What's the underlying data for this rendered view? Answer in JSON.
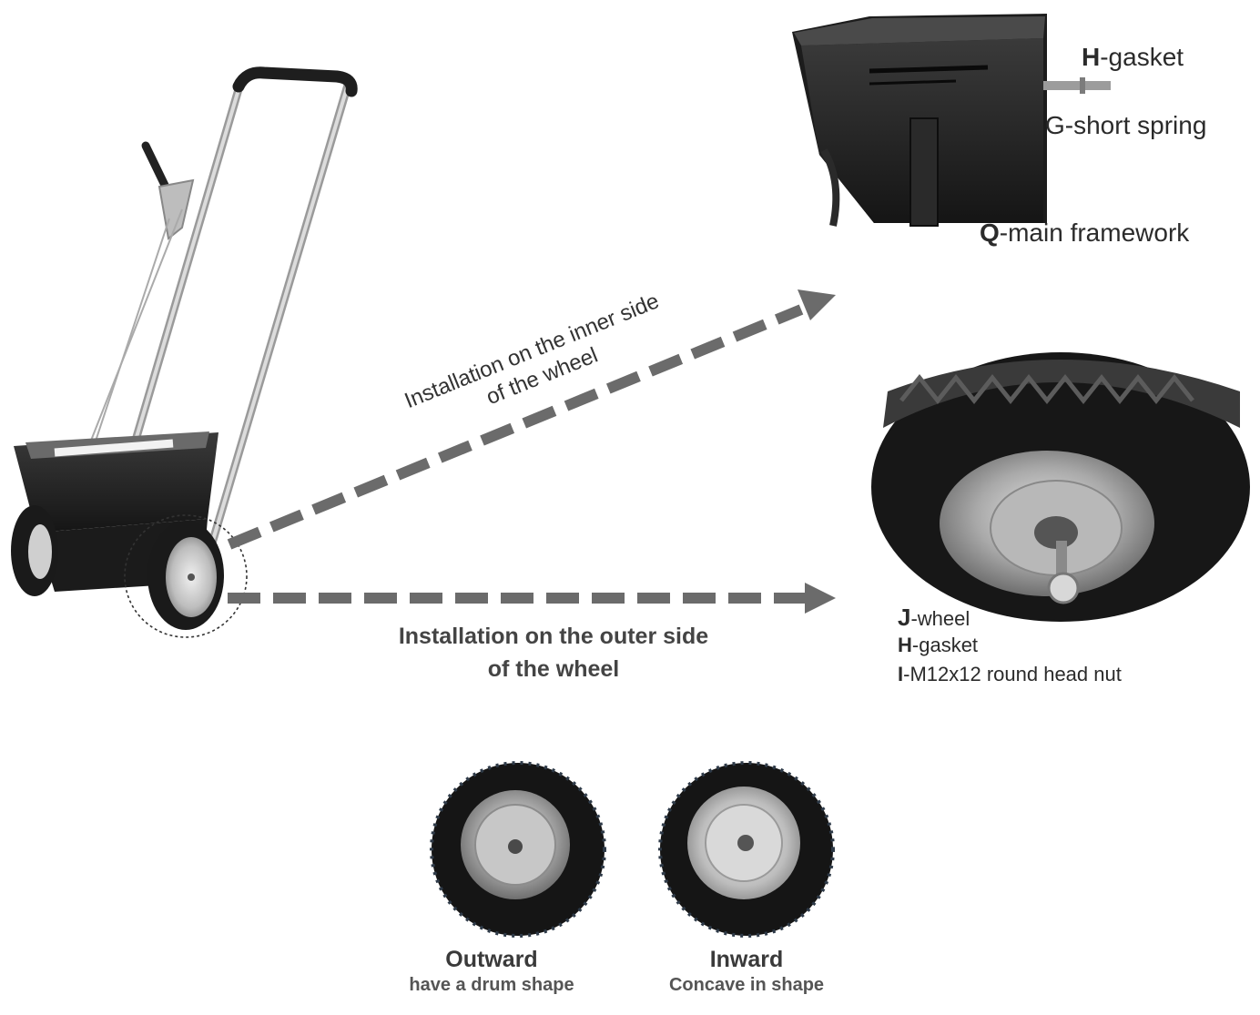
{
  "inner_caption": {
    "line1": "Installation on the inner side",
    "line2": "of the wheel"
  },
  "outer_caption": {
    "line1": "Installation on the outer side",
    "line2": "of the wheel"
  },
  "framework_labels": {
    "h_key": "H",
    "h_text": "-gasket",
    "g_text": "G-short spring",
    "q_key": "Q",
    "q_text": "-main framework"
  },
  "wheel_labels": {
    "j_key": "J",
    "j_text": "-wheel",
    "h_key": "H",
    "h_text": "-gasket",
    "i_key": "I",
    "i_text": "-M12x12 round head nut"
  },
  "wheel_shapes": {
    "outward_title": "Outward",
    "outward_sub": "have a drum shape",
    "inward_title": "Inward",
    "inward_sub": "Concave in shape"
  }
}
